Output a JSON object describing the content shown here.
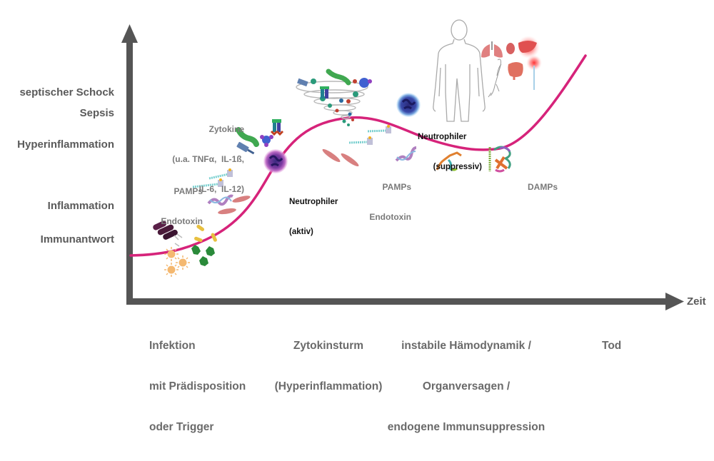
{
  "diagram": {
    "type": "sepsis-progression-curve",
    "y_axis_levels": [
      {
        "id": "septic-shock",
        "label": "septischer Schock"
      },
      {
        "id": "sepsis",
        "label": "Sepsis"
      },
      {
        "id": "hyperinflammation",
        "label": "Hyperinflammation"
      },
      {
        "id": "inflammation",
        "label": "Inflammation"
      },
      {
        "id": "immune-response",
        "label": "Immunantwort"
      }
    ],
    "x_axis_label": "Zeit",
    "phases": [
      {
        "id": "infection",
        "lines": [
          "Infektion",
          "mit Prädisposition",
          "oder Trigger"
        ]
      },
      {
        "id": "cytokine-storm",
        "lines": [
          "Zytokinsturm",
          "(Hyperinflammation)"
        ]
      },
      {
        "id": "organ-failure",
        "lines": [
          "instabile Hämodynamik /",
          "Organversagen /",
          "endogene Immunsuppression"
        ]
      },
      {
        "id": "death",
        "lines": [
          "Tod"
        ]
      }
    ],
    "annotations": {
      "cytokines": [
        "Zytokine",
        "(u.a. TNFα,  IL-1ß,",
        "IL-6,  IL-12)"
      ],
      "pamps_1": [
        "PAMPs",
        "Endotoxin"
      ],
      "pamps_2": [
        "PAMPs",
        "Endotoxin"
      ],
      "neutrophil_active": [
        "Neutrophiler",
        "(aktiv)"
      ],
      "neutrophil_suppressive": [
        "Neutrophiler",
        "(suppressiv)"
      ],
      "damps": [
        "DAMPs"
      ]
    },
    "colors": {
      "axis": "#555555",
      "curve": "#d6237a",
      "axis_text": "#5a5a5a",
      "neutrophil_active": "#8a3a9a",
      "neutrophil_suppressive": "#3a4a9a",
      "organ": "#e06060"
    },
    "icons": [
      "bacteria-icon",
      "virus-icon",
      "fungus-icon",
      "cytokine-icon",
      "neutrophil-icon",
      "cytokine-storm-icon",
      "human-body-icon",
      "lungs-icon",
      "kidney-icon",
      "liver-icon",
      "intestine-icon",
      "brain-icon",
      "bone-icon",
      "protein-icon",
      "dna-icon"
    ]
  }
}
